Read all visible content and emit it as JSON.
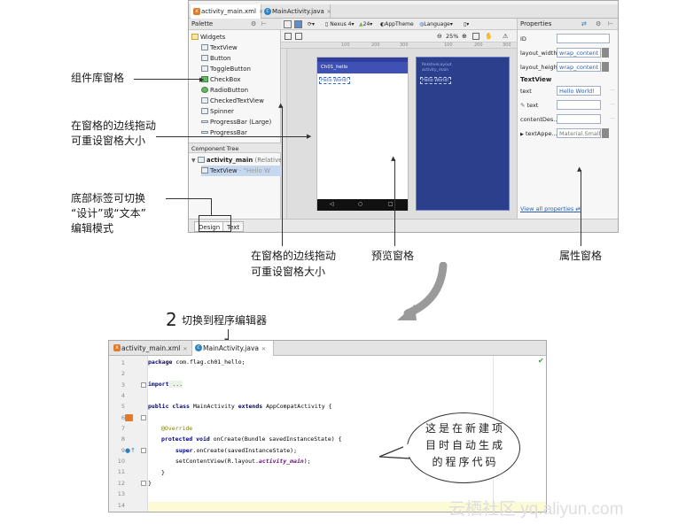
{
  "top_ide": {
    "tabs": [
      {
        "label": "activity_main.xml",
        "active": true
      },
      {
        "label": "MainActivity.java",
        "active": false
      }
    ],
    "palette": {
      "header": "Palette",
      "group": "Widgets",
      "items": [
        "TextView",
        "Button",
        "ToggleButton",
        "CheckBox",
        "RadioButton",
        "CheckedTextView",
        "Spinner",
        "ProgressBar (Large)",
        "ProgressBar"
      ]
    },
    "component_tree": {
      "header": "Component Tree",
      "root": "activity_main",
      "root_suffix": "(RelativeL",
      "child": "TextView",
      "child_suffix": "- \"Hello W"
    },
    "toolbar": {
      "device": "Nexus 4",
      "api": "24",
      "theme": "AppTheme",
      "language": "Language",
      "zoom": "25%"
    },
    "ruler": [
      "100",
      "200",
      "300",
      "100",
      "200",
      "300"
    ],
    "preview": {
      "app_title": "Ch01_hello",
      "hello_text": "Hello World!",
      "blueprint_line1": "RelativeLayout",
      "blueprint_line2": "activity_main"
    },
    "properties": {
      "header": "Properties",
      "id_label": "ID",
      "layout_width_label": "layout_width",
      "layout_width_value": "wrap_content",
      "layout_height_label": "layout_height",
      "layout_height_value": "wrap_content",
      "section": "TextView",
      "text_label": "text",
      "text_value": "Hello World!",
      "text2_label": "text",
      "content_desc_label": "contentDes...",
      "text_appearance_label": "textAppe...",
      "text_appearance_value": "Material.Small",
      "view_all": "View all properties"
    },
    "bottom_tabs": [
      "Design",
      "Text"
    ]
  },
  "annotations": {
    "palette_pane": "组件库窗格",
    "resize_left_1": "在窗格的边线拖动",
    "resize_left_2": "可重设窗格大小",
    "bottom_tabs_1": "底部标签可切换",
    "bottom_tabs_2": "“设计”或“文本”",
    "bottom_tabs_3": "编辑模式",
    "resize_bottom_1": "在窗格的边线拖动",
    "resize_bottom_2": "可重设窗格大小",
    "preview_pane": "预览窗格",
    "properties_pane": "属性窗格",
    "step_number": "2",
    "step_text": "切换到程序编辑器",
    "bubble_1": "这是在新建项",
    "bubble_2": "目时自动生成",
    "bubble_3": "的程序代码"
  },
  "editor": {
    "tabs": [
      {
        "label": "activity_main.xml",
        "active": false
      },
      {
        "label": "MainActivity.java",
        "active": true
      }
    ],
    "line_numbers": [
      "1",
      "2",
      "3",
      "4",
      "5",
      "6",
      "7",
      "8",
      "9",
      "10",
      "11",
      "12",
      "13",
      "14"
    ],
    "code": {
      "l1_kw": "package",
      "l1_rest": " com.flag.ch01_hello;",
      "l3_kw": "import",
      "l3_rest": " ...",
      "l6_kw": "public class",
      "l6_mid": " MainActivity ",
      "l6_kw2": "extends",
      "l6_rest": " AppCompatActivity {",
      "l8": "@Override",
      "l9_kw": "protected void",
      "l9_rest": " onCreate(Bundle savedInstanceState) {",
      "l10_kw": "super",
      "l10_rest": ".onCreate(savedInstanceState);",
      "l11_pre": "setContentView(R.layout.",
      "l11_it": "activity_main",
      "l11_post": ");",
      "l12": "}",
      "l13": "}"
    }
  },
  "watermark": "云栖社区 yq.aliyun.com",
  "colors": {
    "accent_blue": "#3f51b5",
    "blueprint": "#2b3f8c",
    "keyword": "#000080"
  }
}
